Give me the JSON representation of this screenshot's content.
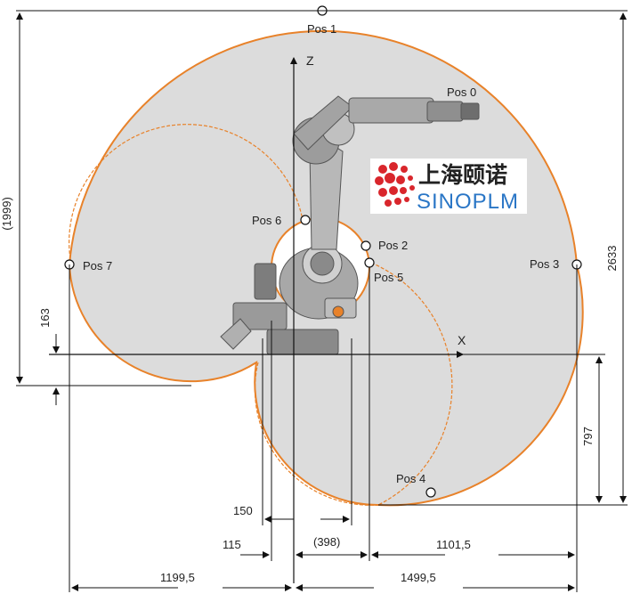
{
  "positions": [
    {
      "label": "Pos 0"
    },
    {
      "label": "Pos 1"
    },
    {
      "label": "Pos 2"
    },
    {
      "label": "Pos 3"
    },
    {
      "label": "Pos 4"
    },
    {
      "label": "Pos 5"
    },
    {
      "label": "Pos 6"
    },
    {
      "label": "Pos 7"
    }
  ],
  "axes": {
    "x": "X",
    "z": "Z"
  },
  "dimensions": {
    "d1999": "(1999)",
    "d2633": "2633",
    "d163": "163",
    "d797": "797",
    "d150": "150",
    "d115": "115",
    "d398": "(398)",
    "d1101": "1101,5",
    "d1199": "1199,5",
    "d1499": "1499,5"
  },
  "logo": {
    "cn": "上海颐诺",
    "en": "SINOPLM"
  },
  "colors": {
    "envelope_fill": "#dcdcdc",
    "envelope_stroke": "#e8822a",
    "robot": "#8c8c8c",
    "logo_red": "#d9262c",
    "logo_blue": "#2a76c6"
  }
}
